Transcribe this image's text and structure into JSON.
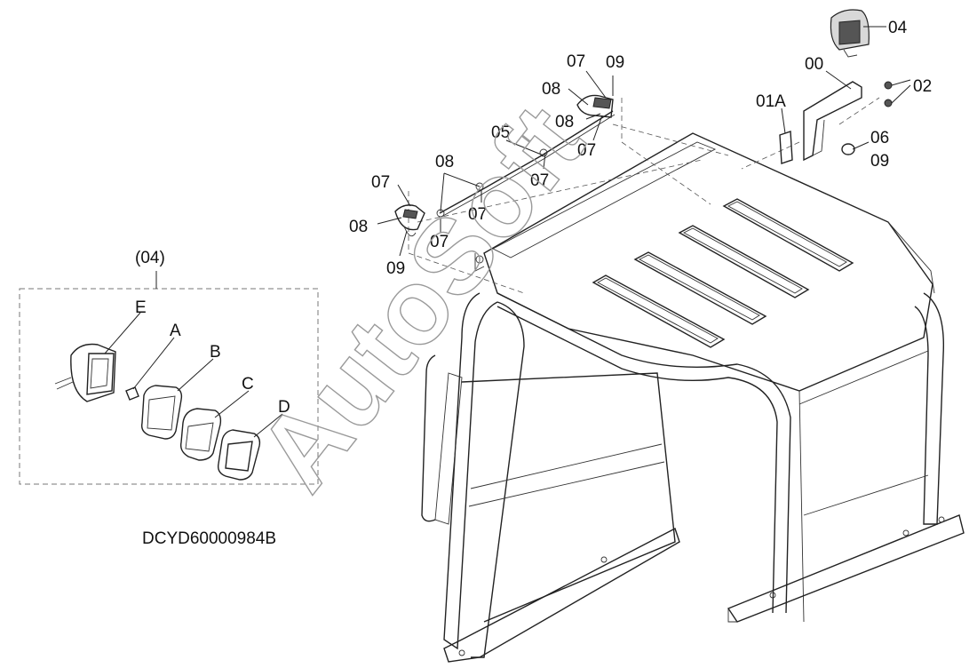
{
  "diagram": {
    "drawing_code": "DCYD60000984B",
    "detail_group_label": "(04)",
    "watermark": "AutoSoft",
    "callouts": {
      "c04": "04",
      "c00": "00",
      "c02": "02",
      "c01A": "01A",
      "c06": "06",
      "c09_right": "09",
      "c07_top": "07",
      "c09_top": "09",
      "c08_top": "08",
      "c08_mid": "08",
      "c07_mid": "07",
      "c05": "05",
      "c07_upper": "07",
      "c08_left": "08",
      "c07_leftbar": "07",
      "c07_left": "07",
      "c08_lower": "08",
      "c07_lower": "07",
      "c09_lower": "09",
      "detail_E": "E",
      "detail_A": "A",
      "detail_B": "B",
      "detail_C": "C",
      "detail_D": "D"
    }
  }
}
